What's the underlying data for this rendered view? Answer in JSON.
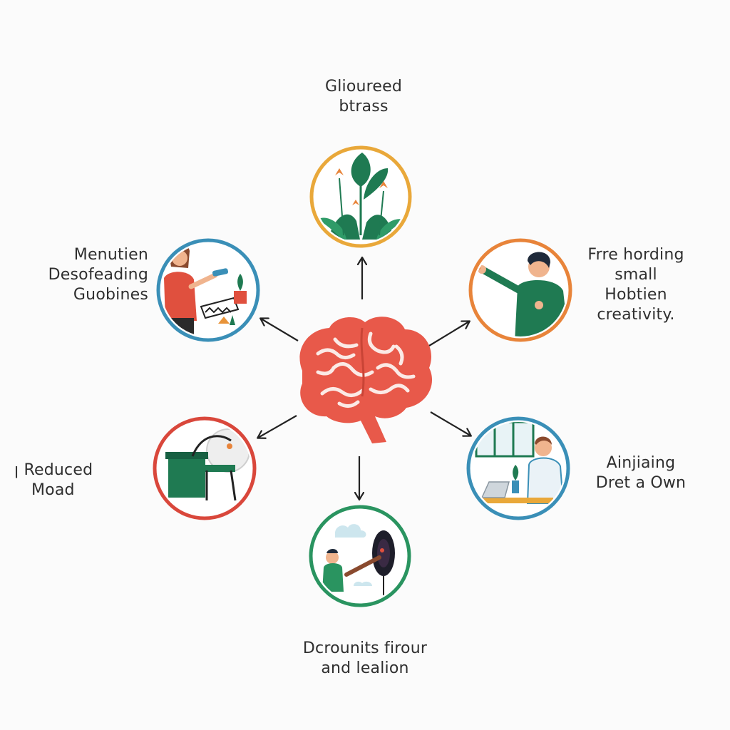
{
  "colors": {
    "brain": "#e8594a",
    "brain_dark": "#c94436",
    "green": "#1f7a52",
    "green_light": "#2f9b68",
    "orange": "#e8943a",
    "yellow": "#e9a83a",
    "blue": "#3a8fb7",
    "red": "#d9473b",
    "teal_green": "#2a9460",
    "arrow": "#222222",
    "text": "#2f2f2f"
  },
  "nodes": {
    "top": {
      "lines": [
        "Glioureed",
        "btrass"
      ],
      "icon": "plant-icon",
      "ring_color": "#e9a83a"
    },
    "left_top": {
      "lines": [
        "Menutien",
        "Desofeading",
        "Guobines"
      ],
      "icon": "woman-painting-icon",
      "ring_color": "#3a8fb7"
    },
    "right_top": {
      "lines": [
        "Frre hording",
        "small",
        "Hobtien",
        "creativity."
      ],
      "icon": "man-presenting-icon",
      "ring_color": "#e8843a"
    },
    "left_bottom": {
      "lines": [
        "ꞁ Reduced",
        "Moad"
      ],
      "icon": "machine-icon",
      "ring_color": "#d9473b"
    },
    "right_bottom": {
      "lines": [
        "Ainjiaing",
        "Dret a Own"
      ],
      "icon": "office-worker-icon",
      "ring_color": "#3a8fb7"
    },
    "bottom": {
      "lines": [
        "Dcrounits firour",
        "and lealion"
      ],
      "icon": "telescope-icon",
      "ring_color": "#2a9460"
    }
  },
  "center": {
    "icon": "brain-icon"
  }
}
